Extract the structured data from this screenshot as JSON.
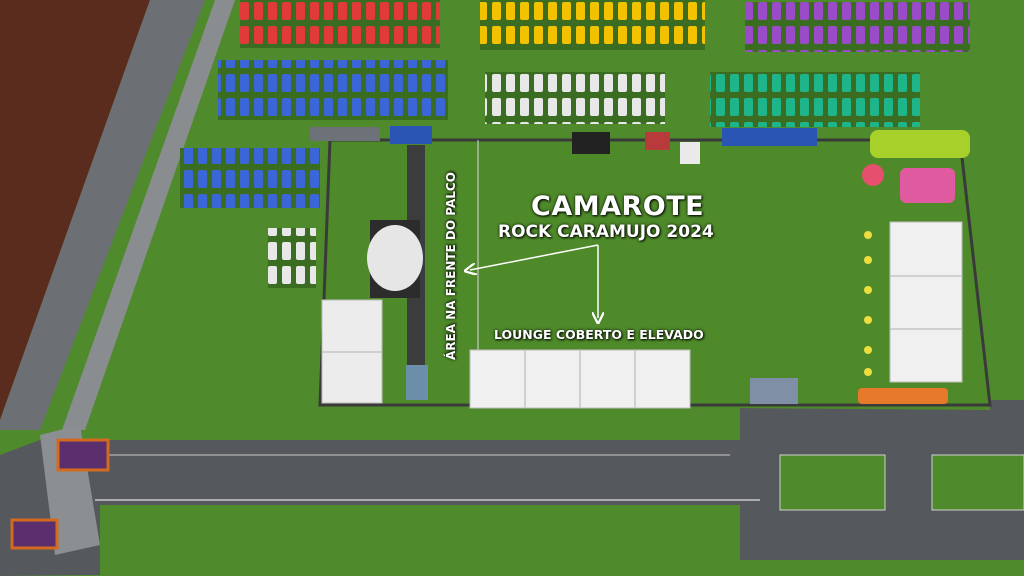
{
  "labels": {
    "title": "CAMAROTE",
    "subtitle": "ROCK CARAMUJO 2024",
    "lounge": "LOUNGE COBERTO E ELEVADO",
    "stage_area": "ÁREA NA FRENTE DO PALCO"
  },
  "colors": {
    "grass": "#4f8a2c",
    "road": "#55585c",
    "soil": "#5a2c1e",
    "text": "#ffffff"
  }
}
